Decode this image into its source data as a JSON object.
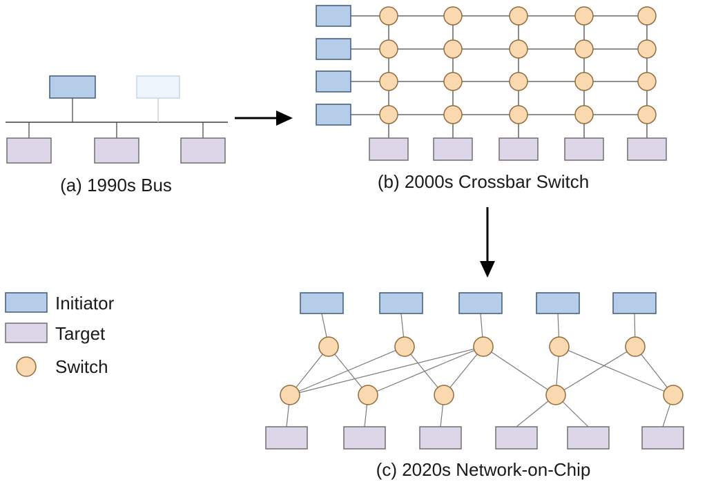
{
  "captions": {
    "panel_a": "(a) 1990s Bus",
    "panel_b": "(b) 2000s Crossbar Switch",
    "panel_c": "(c) 2020s Network-on-Chip"
  },
  "legend": {
    "initiator_label": "Initiator",
    "target_label": "Target",
    "switch_label": "Switch"
  },
  "colors": {
    "initiator_fill": "#b5cde9",
    "initiator_stroke": "#3d5a78",
    "initiator_faded_fill": "#eef4fb",
    "target_fill": "#dcd6e8",
    "target_stroke": "#6f6f6f",
    "switch_fill": "#fad8b0",
    "switch_stroke": "#8f6b3c",
    "wire_color": "#3c3c3c",
    "arrow_color": "#000000"
  }
}
